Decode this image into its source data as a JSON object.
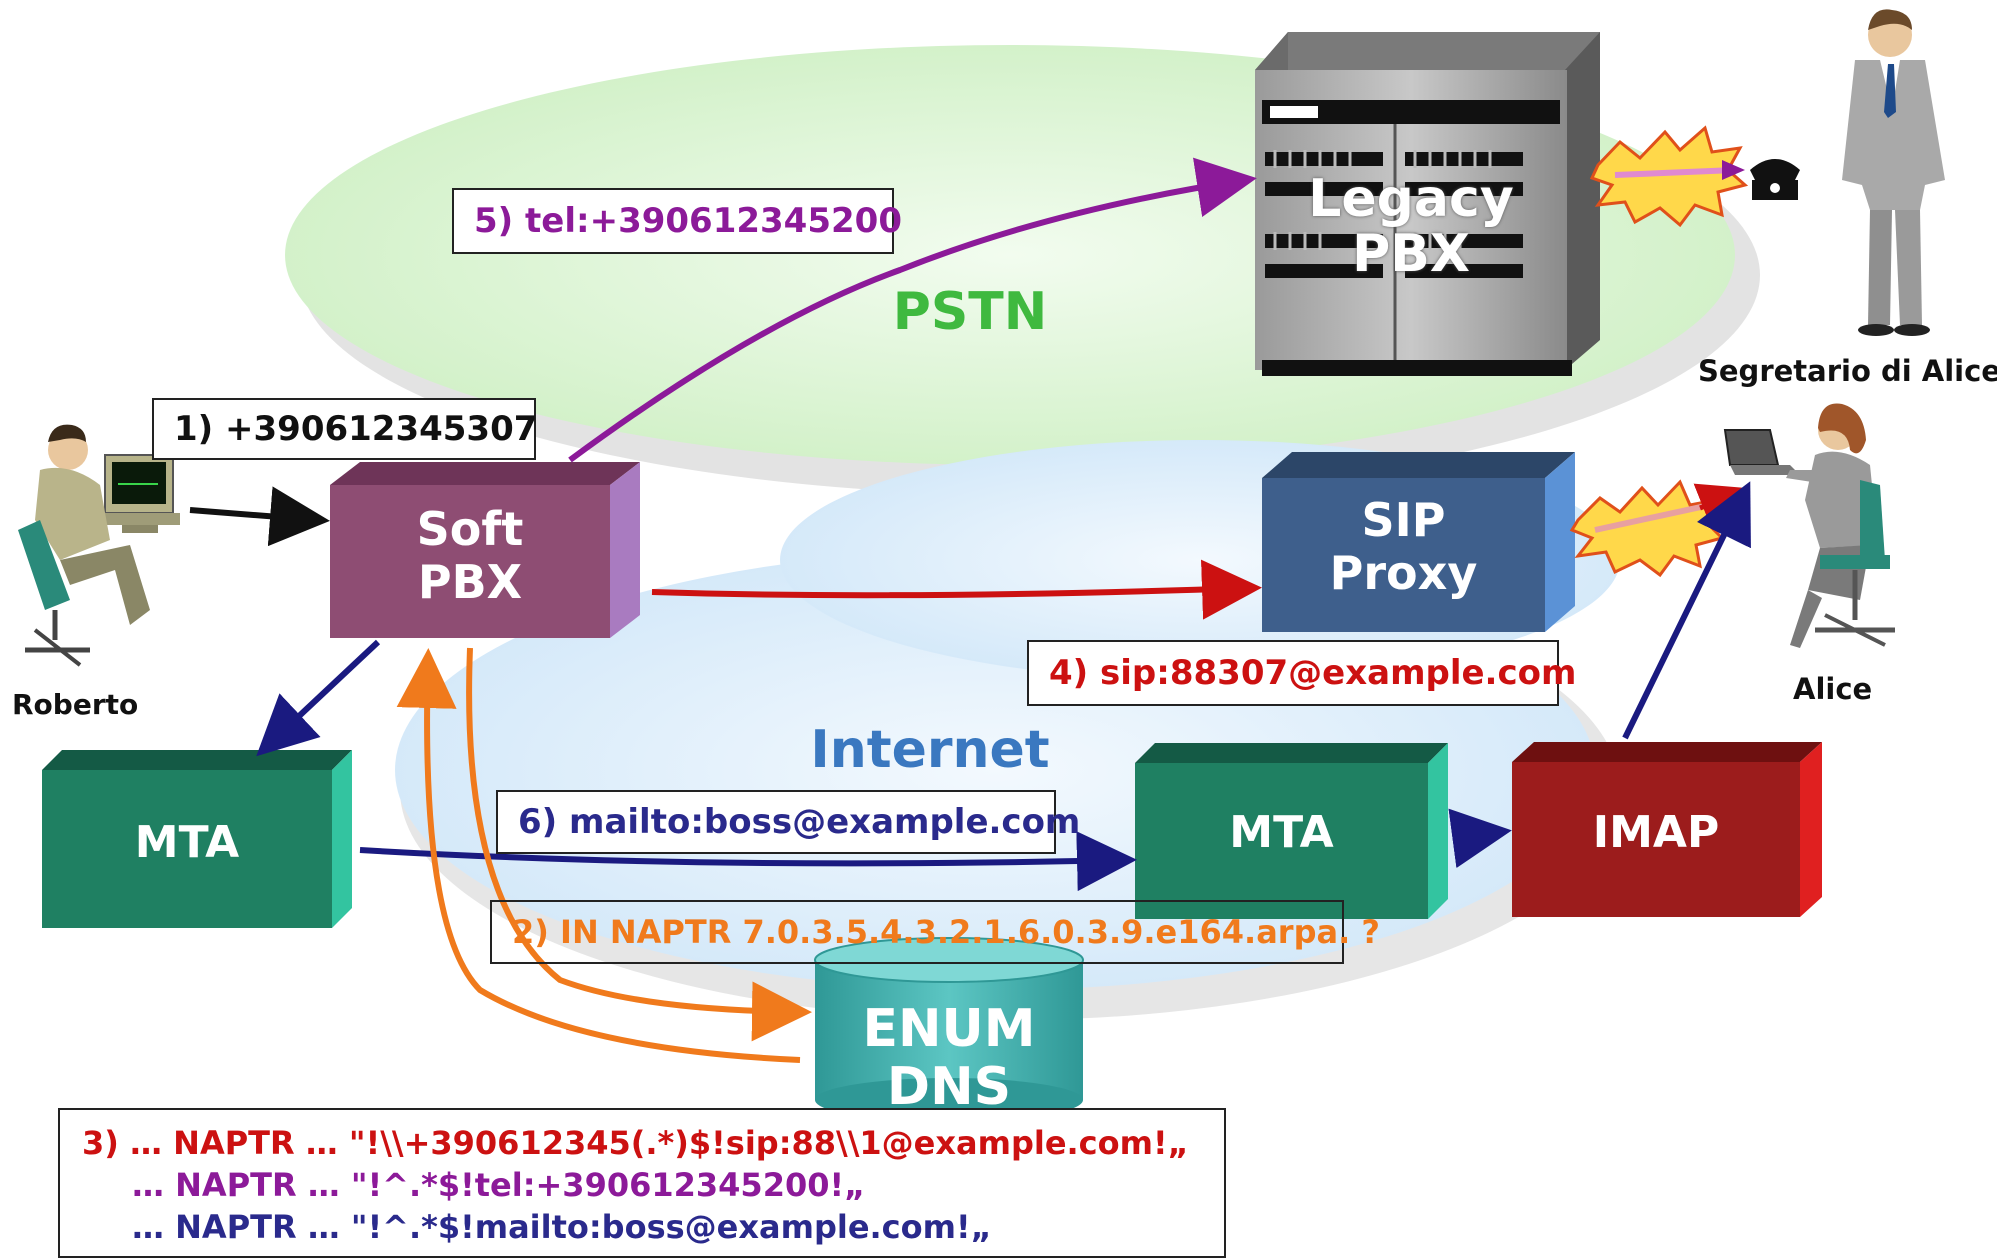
{
  "clouds": {
    "pstn": "PSTN",
    "internet": "Internet"
  },
  "nodes": {
    "soft_pbx": [
      "Soft",
      "PBX"
    ],
    "legacy_pbx": [
      "Legacy",
      "PBX"
    ],
    "sip_proxy": [
      "SIP",
      "Proxy"
    ],
    "mta_left": "MTA",
    "mta_right": "MTA",
    "imap": "IMAP",
    "enum_dns": [
      "ENUM",
      "DNS"
    ]
  },
  "people": {
    "roberto": "Roberto",
    "secretary": "Segretario di Alice",
    "alice": "Alice"
  },
  "steps": {
    "step1": "1) +390612345307",
    "step2": "2) IN NAPTR 7.0.3.5.4.3.2.1.6.0.3.9.e164.arpa. ?",
    "step3_lines": [
      "3) … NAPTR … \"!\\\\+390612345(.*)$!sip:88\\\\1@example.com!„",
      "… NAPTR … \"!^.*$!tel:+390612345200!„",
      "… NAPTR … \"!^.*$!mailto:boss@example.com!„"
    ],
    "step4": "4) sip:88307@example.com",
    "step5": "5) tel:+390612345200",
    "step6": "6) mailto:boss@example.com"
  },
  "colors": {
    "pstn_cloud": "#d8f5d0",
    "internet_cloud": "#dbeefa",
    "pstn_text": "#3fb93f",
    "internet_text": "#3a78c0",
    "soft_pbx": "#8e4d73",
    "sip_proxy": "#3e5f8c",
    "mta": "#1f8062",
    "imap": "#9c1c1c",
    "enum": "#3aa8a6",
    "step2_text": "#f07a1c",
    "step3_sip": "#cc1111",
    "step3_tel": "#8c1a99",
    "step3_mail": "#2a2a8c",
    "step4_text": "#cc1111",
    "step5_text": "#8c1a99",
    "step6_text": "#2a2a8c"
  }
}
